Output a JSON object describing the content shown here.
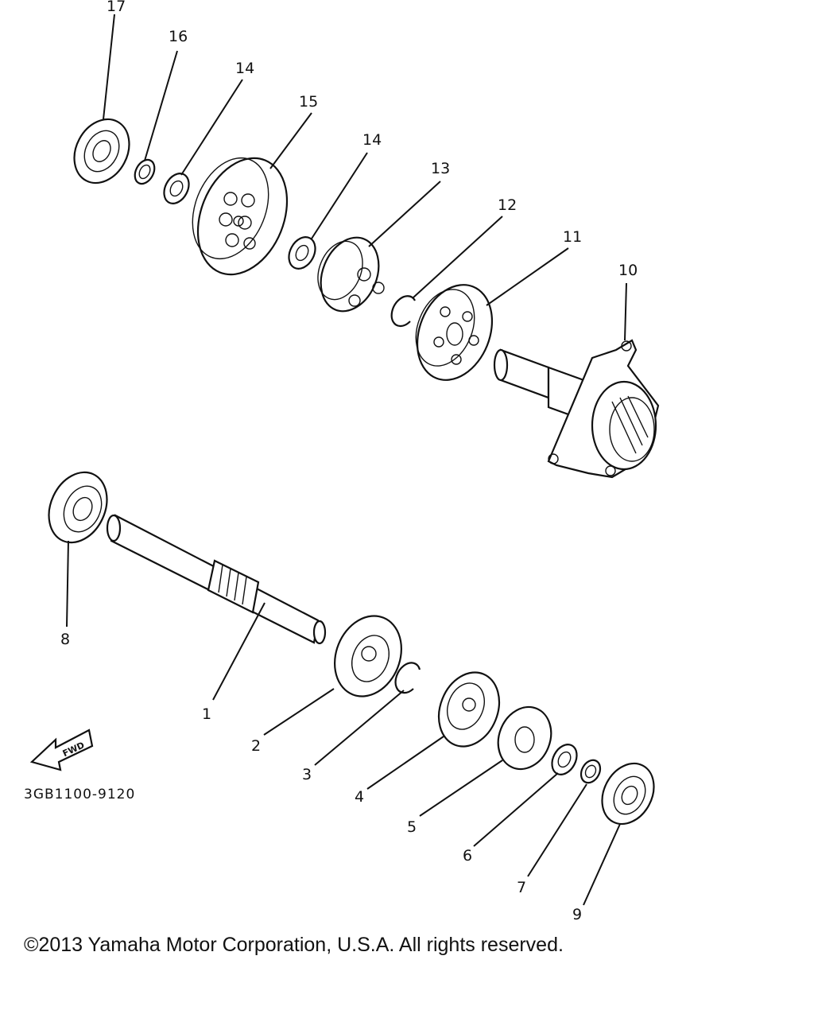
{
  "callouts": {
    "c17": "17",
    "c16": "16",
    "c14a": "14",
    "c15": "15",
    "c14b": "14",
    "c13": "13",
    "c12": "12",
    "c11": "11",
    "c10": "10",
    "c8": "8",
    "c1": "1",
    "c2": "2",
    "c3": "3",
    "c4": "4",
    "c5": "5",
    "c6": "6",
    "c7": "7",
    "c9": "9"
  },
  "fwd_label": "FWD",
  "diagram_code": "3GB1100-9120",
  "copyright": "©2013 Yamaha Motor Corporation, U.S.A. All rights reserved."
}
